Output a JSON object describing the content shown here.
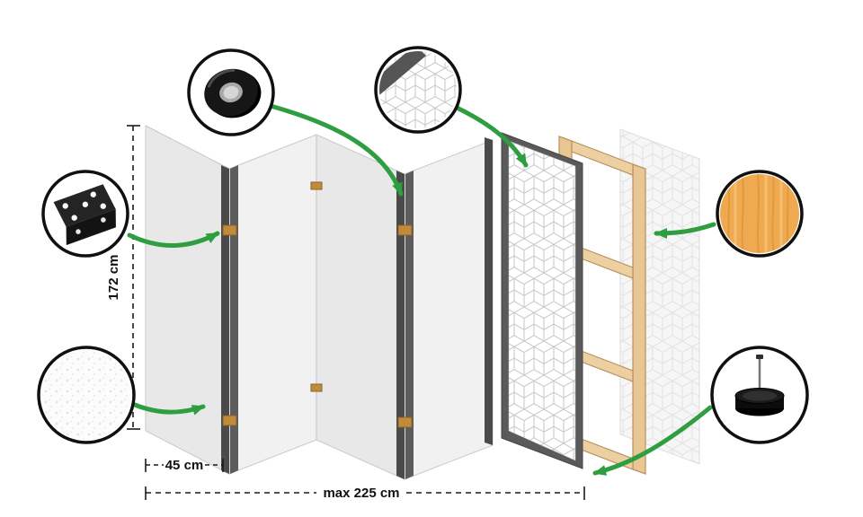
{
  "dimensions": {
    "height_label": "172 cm",
    "panel_width_label": "45 cm",
    "total_width_label": "max 225 cm"
  },
  "colors": {
    "arrow_green": "#2f9e41",
    "panel_face_light": "#f0f0f0",
    "panel_face": "#e8e8e8",
    "panel_edge_dark": "#4a4a4a",
    "patterned_frame": "#5a5a5a",
    "pattern_line": "#c6c6c6",
    "wood_frame": "#e8c795",
    "wood_swatch": "#efa950",
    "hinge_brass": "#c08b3a",
    "outline_black": "#101010"
  },
  "callouts": [
    {
      "id": "hinge",
      "icon": "hinge-icon"
    },
    {
      "id": "tape",
      "icon": "tape-roll-icon"
    },
    {
      "id": "pattern",
      "icon": "geometric-pattern-icon"
    },
    {
      "id": "fleece",
      "icon": "fleece-texture-icon"
    },
    {
      "id": "wood",
      "icon": "wood-texture-icon"
    },
    {
      "id": "foot",
      "icon": "foot-pad-icon"
    }
  ],
  "structure": {
    "panel_count": 5,
    "exploded_layers": [
      "patterned-front-panel",
      "wooden-frame",
      "backing-sheet"
    ]
  }
}
